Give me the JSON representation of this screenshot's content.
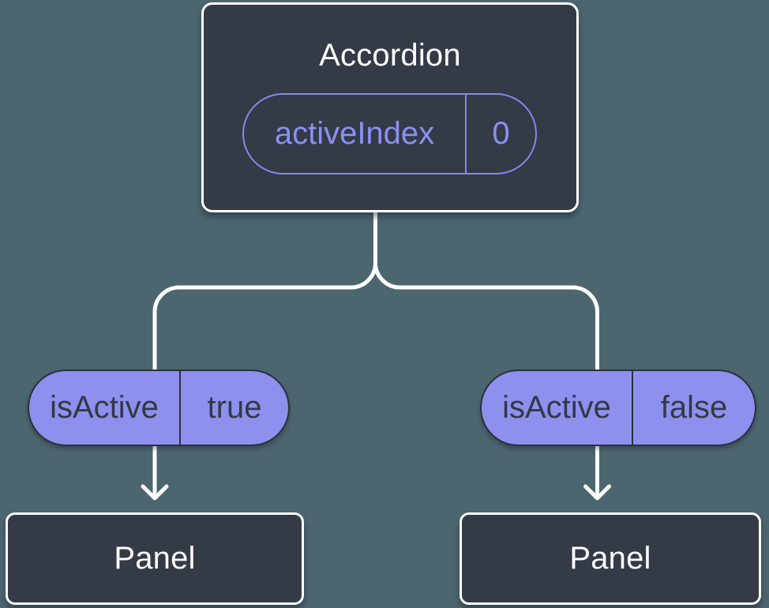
{
  "colors": {
    "background": "#4C6670",
    "node_fill": "#343A46",
    "node_border": "#FFFFFF",
    "connector_line": "#FFFFFF",
    "pill_fill_purple": "#8E90EE",
    "pill_outline_purple": "#8388EE",
    "pill_dark_text": "#323947"
  },
  "tree": {
    "root": {
      "label": "Accordion",
      "prop": {
        "name": "activeIndex",
        "value": "0"
      }
    },
    "branches": [
      {
        "prop": {
          "name": "isActive",
          "value": "true"
        },
        "child": {
          "label": "Panel"
        }
      },
      {
        "prop": {
          "name": "isActive",
          "value": "false"
        },
        "child": {
          "label": "Panel"
        }
      }
    ]
  }
}
